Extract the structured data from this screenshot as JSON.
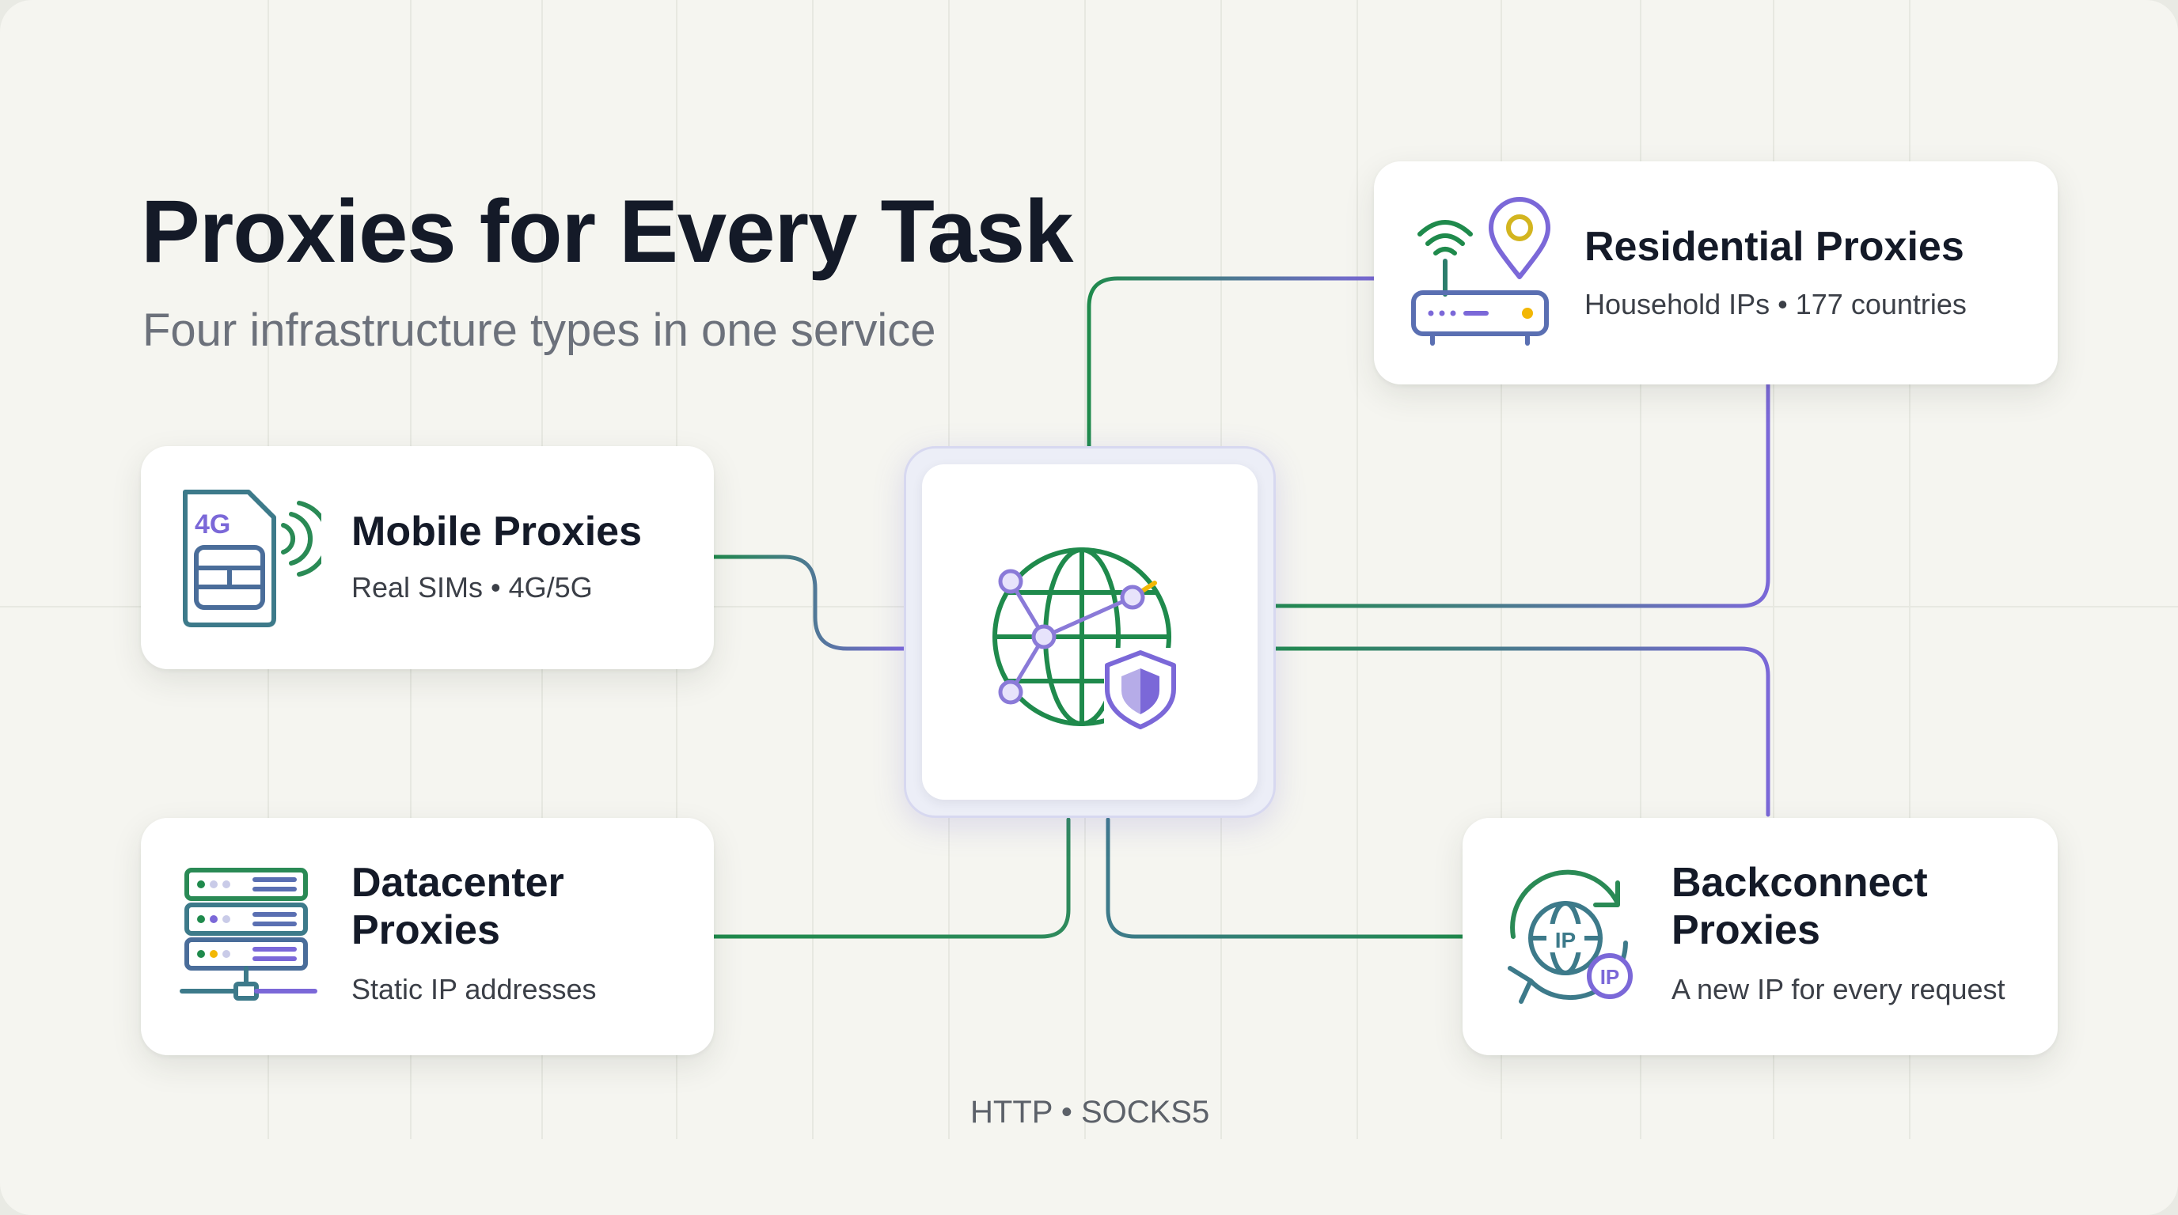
{
  "header": {
    "title": "Proxies for Every Task",
    "subtitle": "Four infrastructure types in one service"
  },
  "cards": {
    "residential": {
      "title": "Residential Proxies",
      "desc": "Household IPs • 177 countries"
    },
    "mobile": {
      "title": "Mobile Proxies",
      "desc": "Real SIMs • 4G/5G",
      "icon_label": "4G"
    },
    "datacenter": {
      "title_line1": "Datacenter",
      "title_line2": "Proxies",
      "desc": "Static IP addresses"
    },
    "backconnect": {
      "title_line1": "Backconnect",
      "title_line2": "Proxies",
      "desc": "A new IP for every request",
      "icon_label": "IP"
    }
  },
  "hub": {
    "icon": "globe-shield-icon"
  },
  "footer": {
    "protocols": "HTTP • SOCKS5"
  },
  "icons": {
    "residential": "router-location-icon",
    "mobile": "sim-card-signal-icon",
    "datacenter": "server-rack-icon",
    "backconnect": "rotating-ip-icon"
  },
  "colors": {
    "green": "#1f8a4c",
    "purple": "#7b68d8",
    "title": "#141a28",
    "background": "#f5f5f0"
  }
}
